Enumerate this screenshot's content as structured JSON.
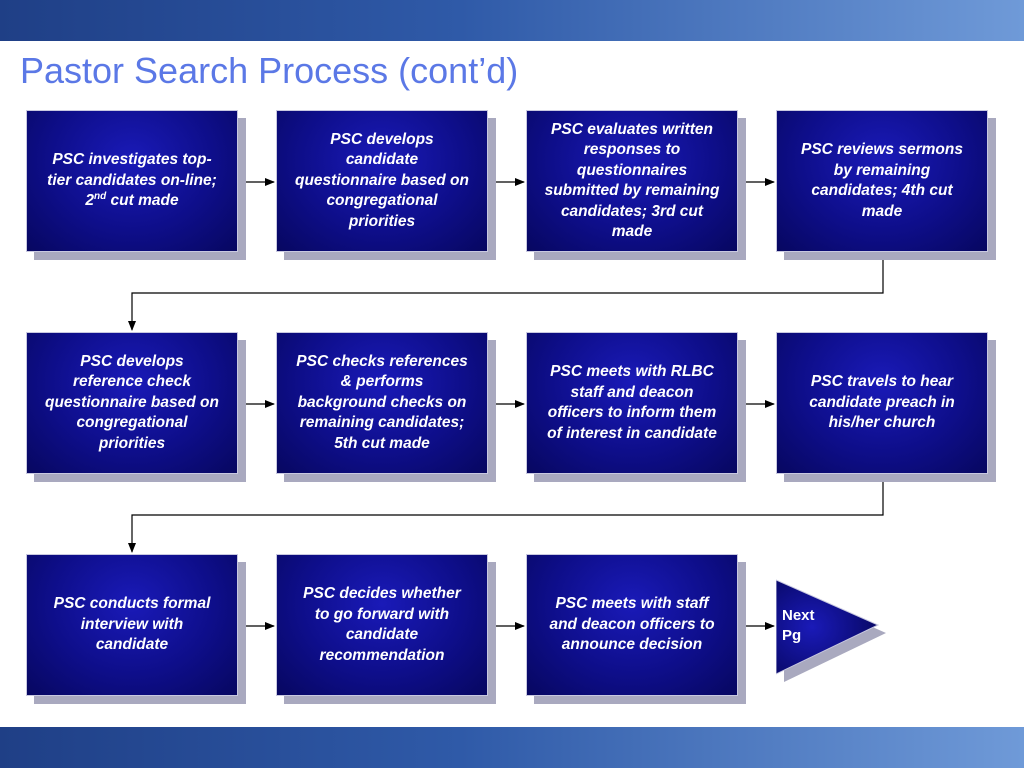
{
  "title": "Pastor Search Process (cont’d)",
  "steps": [
    "PSC investigates top-\ntier candidates on-line;",
    "PSC develops\ncandidate\nquestionnaire based on\ncongregational\npriorities",
    "PSC evaluates written\nresponses to\nquestionnaires\nsubmitted by remaining\ncandidates; 3rd cut\nmade",
    "PSC reviews sermons\nby remaining\ncandidates; 4th cut\nmade",
    "PSC develops\nreference check\nquestionnaire based on\ncongregational\npriorities",
    "PSC checks references\n& performs\nbackground checks on\nremaining candidates;\n5th cut made",
    "PSC meets with RLBC\nstaff and deacon\nofficers to inform them\nof interest in candidate",
    "PSC travels to hear\ncandidate preach in\nhis/her church",
    "PSC conducts formal\ninterview with\ncandidate",
    "PSC decides whether\nto go forward with\ncandidate\nrecommendation",
    "PSC meets with staff\nand deacon officers to\nannounce decision"
  ],
  "step1_tail": {
    "number": "2",
    "superscript": "nd",
    "text": " cut made"
  },
  "next_page": "Next\nPg",
  "colors": {
    "title": "#5b78e6",
    "box": "#0e0e8a",
    "box_shadow": "#a9a9bf",
    "band": "#2f5aa8"
  }
}
